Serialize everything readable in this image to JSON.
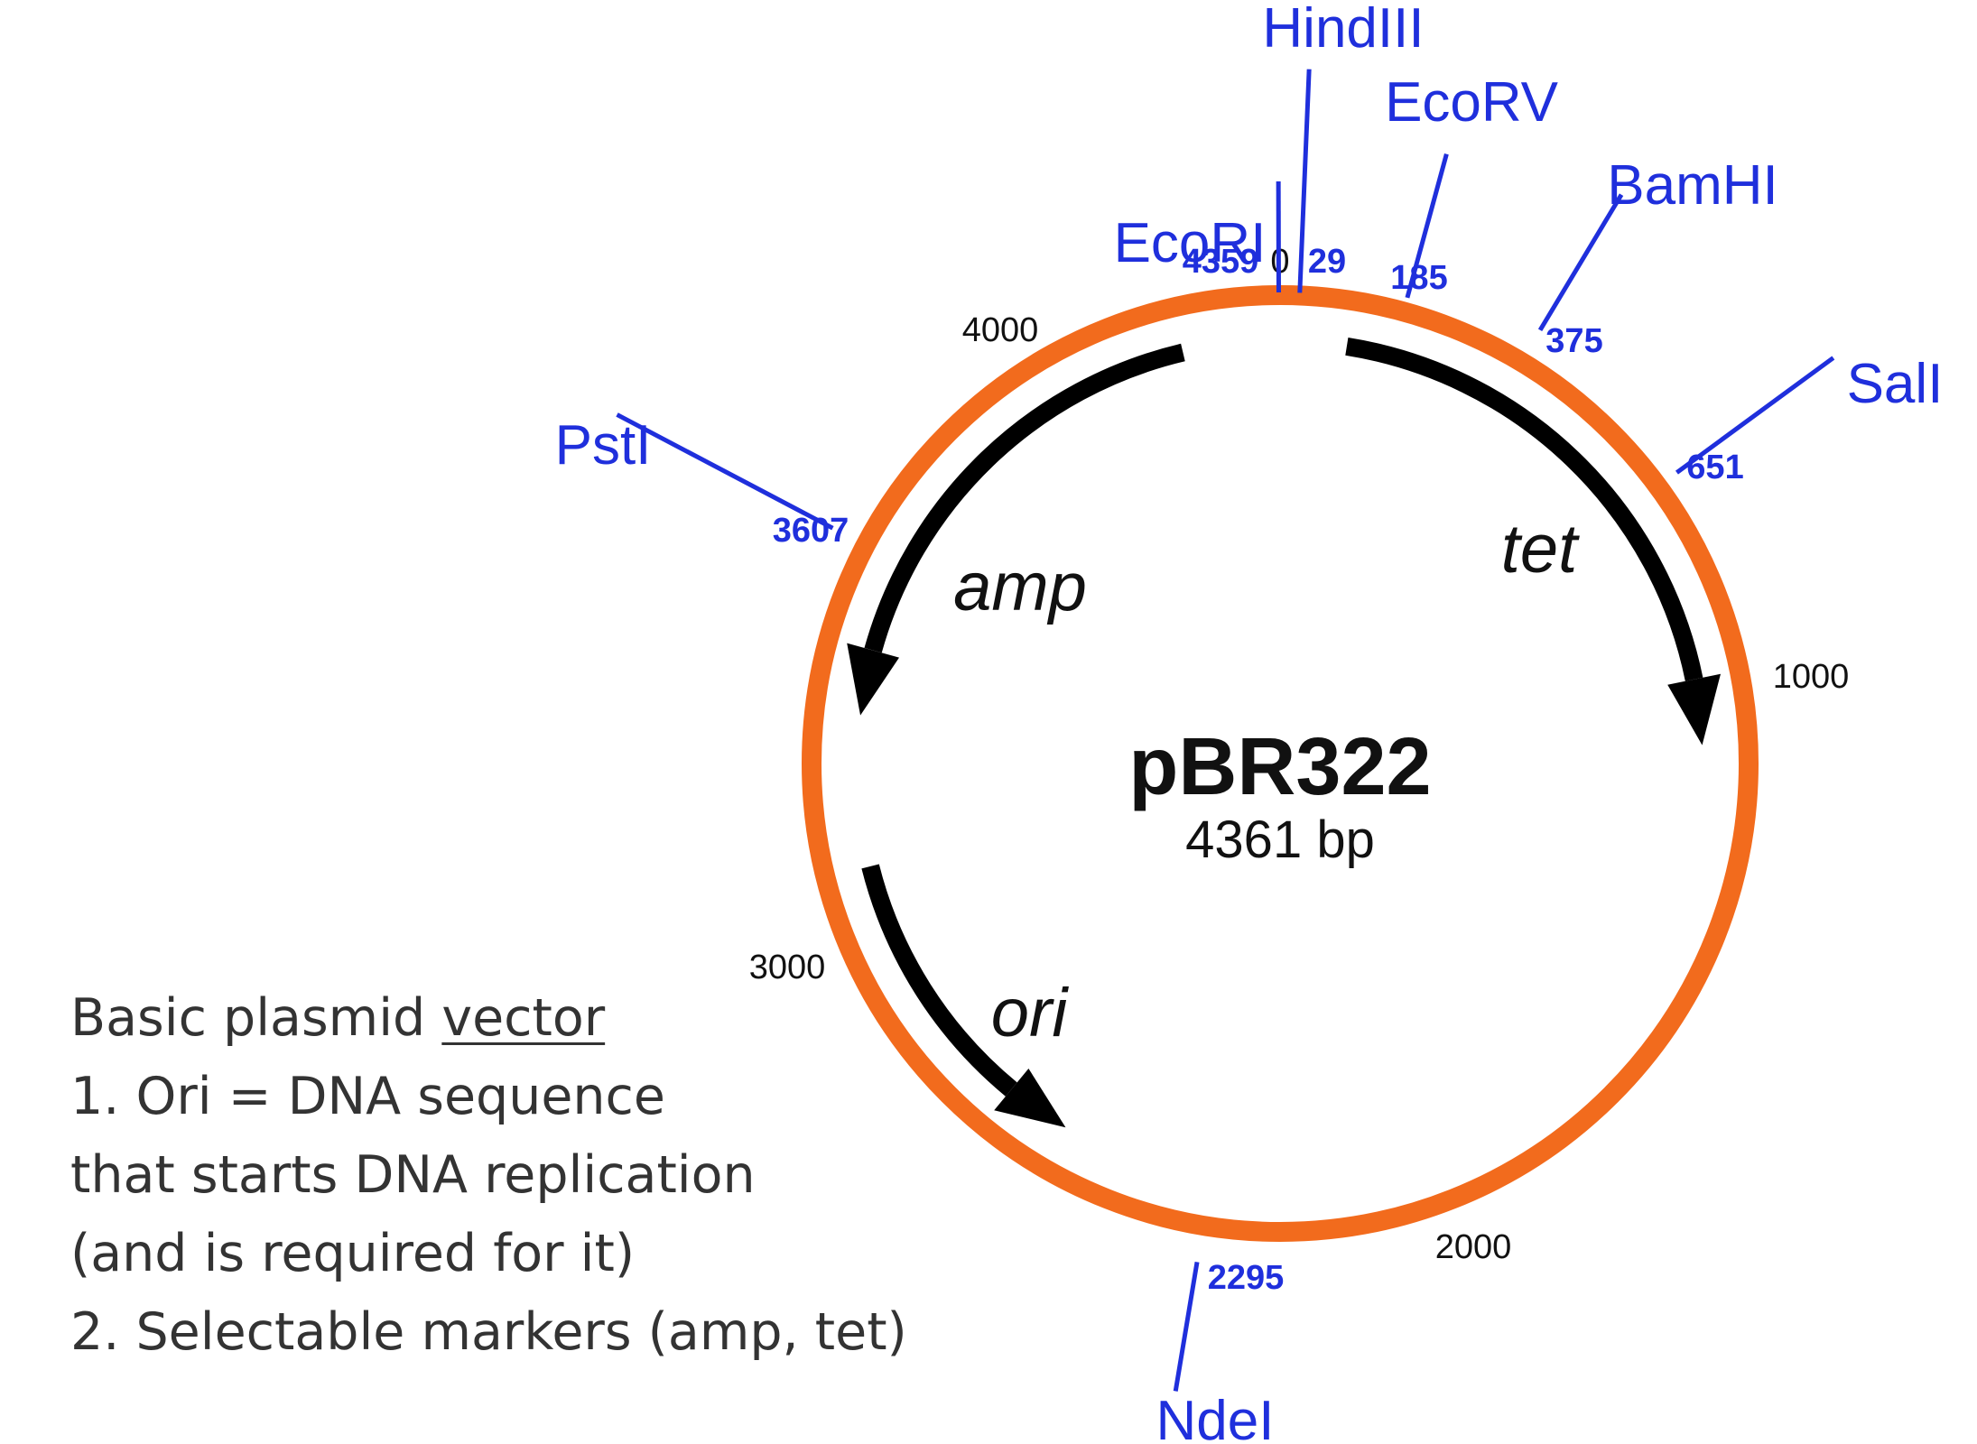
{
  "colors": {
    "backbone": "#f26b1d",
    "site": "#1f2fdc",
    "arrow": "#000000",
    "text": "#333333"
  },
  "plasmid": {
    "name": "pBR322",
    "size_label": "4361 bp",
    "length_bp": 4361
  },
  "sites": [
    {
      "name": "EcoRI",
      "pos_label": "4359",
      "pos": 4359
    },
    {
      "name": "HindIII",
      "pos_label": "29",
      "pos": 29
    },
    {
      "name": "EcoRV",
      "pos_label": "185",
      "pos": 185
    },
    {
      "name": "BamHI",
      "pos_label": "375",
      "pos": 375
    },
    {
      "name": "SalI",
      "pos_label": "651",
      "pos": 651
    },
    {
      "name": "NdeI",
      "pos_label": "2295",
      "pos": 2295
    },
    {
      "name": "PstI",
      "pos_label": "3607",
      "pos": 3607
    }
  ],
  "ticks": [
    {
      "label": "0",
      "pos": 0
    },
    {
      "label": "1000",
      "pos": 1000
    },
    {
      "label": "2000",
      "pos": 2000
    },
    {
      "label": "3000",
      "pos": 3000
    },
    {
      "label": "4000",
      "pos": 4000
    }
  ],
  "features": [
    {
      "name": "amp",
      "start": 4200,
      "end": 3350,
      "direction": "counterclockwise"
    },
    {
      "name": "tet",
      "start": 110,
      "end": 1060,
      "direction": "clockwise"
    },
    {
      "name": "ori",
      "start": 3100,
      "end": 2550,
      "direction": "counterclockwise"
    }
  ],
  "notes": {
    "line1_prefix": "Basic plasmid ",
    "line1_underlined": "vector",
    "line2": "1. Ori = DNA sequence",
    "line3": "that starts DNA replication",
    "line4": "(and is required for it)",
    "line5": "2. Selectable markers (amp, tet)"
  }
}
